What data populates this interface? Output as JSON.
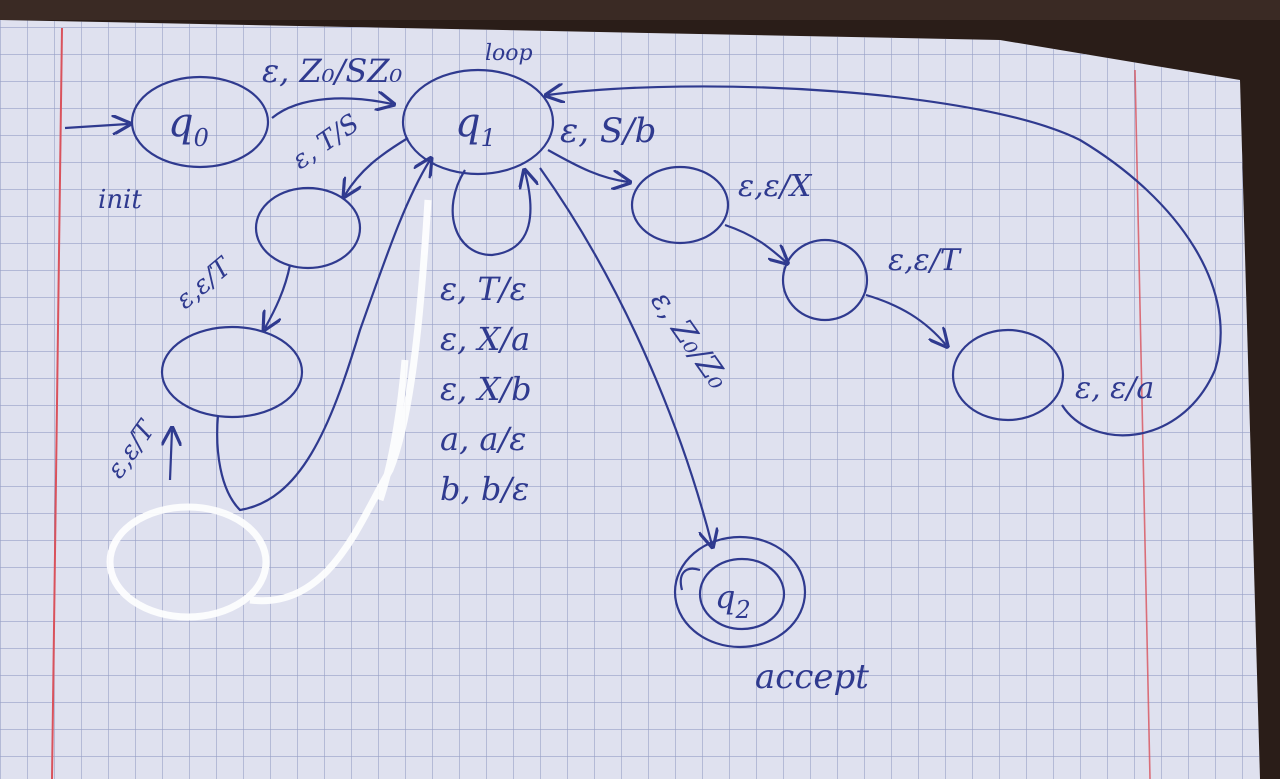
{
  "diagram": {
    "states": [
      {
        "id": "q0",
        "label": "q0",
        "sub": "0",
        "note": "init"
      },
      {
        "id": "q1",
        "label": "q1",
        "sub": "1",
        "note": "loop"
      },
      {
        "id": "q2",
        "label": "q2",
        "sub": "2",
        "note": "accept",
        "accepting": true
      },
      {
        "id": "s_a",
        "label": ""
      },
      {
        "id": "s_b",
        "label": ""
      },
      {
        "id": "s_c",
        "label": ""
      },
      {
        "id": "s_d",
        "label": ""
      },
      {
        "id": "s_e",
        "label": ""
      }
    ],
    "transitions": [
      {
        "from": "q0",
        "to": "q1",
        "label": "ε, Z₀/SZ₀"
      },
      {
        "from": "q1",
        "to": "s_a",
        "label": "ε, T/S"
      },
      {
        "from": "s_a",
        "to": "s_b",
        "label": "ε,ε/T"
      },
      {
        "from": "s_b",
        "to": "s_b",
        "label": "ε,ε/T"
      },
      {
        "from": "q1",
        "to": "s_c",
        "label": "ε, S/b"
      },
      {
        "from": "s_c",
        "to": "s_d",
        "label": "ε,ε/X"
      },
      {
        "from": "s_d",
        "to": "s_e",
        "label": "ε,ε/T"
      },
      {
        "from": "s_e",
        "to": "q1",
        "label": "ε, ε/a"
      },
      {
        "from": "q1",
        "to": "q2",
        "label": "ε, Z₀/Z₀"
      }
    ],
    "loop_labels": [
      "ε, T/ε",
      "ε, X/a",
      "ε, X/b",
      "a, a/ε",
      "b, b/ε"
    ],
    "colors": {
      "ink": "#2f3a8f",
      "paper": "#dfe1ef",
      "grid": "#7f89b8",
      "margin": "#d9525c",
      "correction": "#ffffff"
    }
  }
}
